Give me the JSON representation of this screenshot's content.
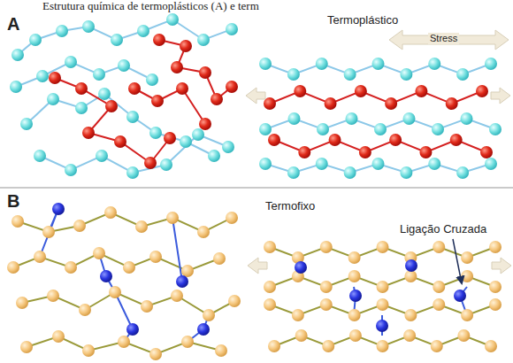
{
  "diagram": {
    "title": "Estrutura química de termoplásticos (A) e term",
    "labels": [
      "A",
      "Termoplástico",
      "Stress",
      "B",
      "Termofixo",
      "Ligação Cruzada"
    ]
  }
}
